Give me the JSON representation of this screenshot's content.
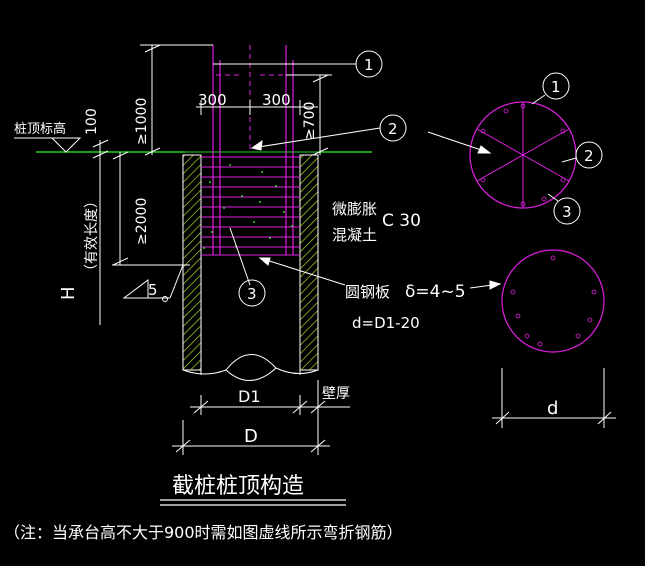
{
  "colors": {
    "background": "#000000",
    "dimension": "#ffffff",
    "pile_outline": "#ffffff",
    "pile_hatch": "#a8d82a",
    "rebar": "#e020e0",
    "concrete_dots": "#20d020",
    "ground_line": "#20d020",
    "text": "#ffffff",
    "title_underline": "#ffffff"
  },
  "labels": {
    "callout_1": "1",
    "callout_2": "2",
    "callout_3": "3",
    "dim_300_left": "300",
    "dim_300_right": "300",
    "dim_ge1000": "≥1000",
    "dim_ge700": "≥700",
    "dim_100": "100",
    "dim_ge2000": "≥2000",
    "pile_top_elev": "桩顶标高",
    "effective_length": "（有效长度）",
    "h_label": "H",
    "slope_5": "5",
    "micro_expansion_line1": "微膨胀",
    "micro_expansion_line2": "混凝土",
    "c30": "C 30",
    "steel_plate": "圆钢板",
    "delta": "δ=4~5",
    "d_formula": "d=D1-20",
    "dim_D1": "D1",
    "dim_wall": "壁厚",
    "dim_D": "D",
    "dim_d": "d",
    "title": "截桩桩顶构造",
    "note": "（注：当承台高不大于900时需如图虚线所示弯折钢筋）"
  },
  "icons": [
    "elevation-triangle-icon",
    "slope-triangle-icon",
    "arrow-icon"
  ]
}
